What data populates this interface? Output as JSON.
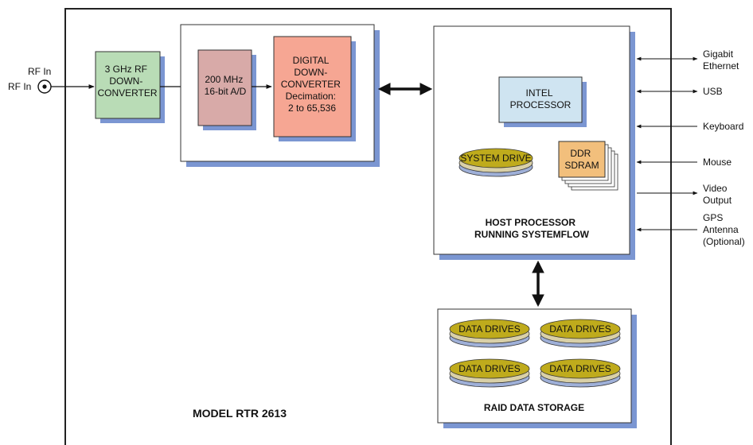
{
  "diagram": {
    "model_label": "MODEL RTR 2613",
    "rf_input": {
      "label_top": "RF In",
      "label_left": "RF In"
    },
    "rf_downconverter": {
      "lines": [
        "3 GHz RF",
        "DOWN-",
        "CONVERTER"
      ]
    },
    "adc": {
      "lines": [
        "200 MHz",
        "16-bit A/D"
      ]
    },
    "ddc": {
      "lines": [
        "DIGITAL",
        "DOWN-",
        "CONVERTER",
        "Decimation:",
        "2 to 65,536"
      ]
    },
    "host": {
      "cpu": {
        "lines": [
          "INTEL",
          "PROCESSOR"
        ]
      },
      "system_drive": "SYSTEM DRIVE",
      "memory": {
        "lines": [
          "DDR",
          "SDRAM"
        ]
      },
      "title_lines": [
        "HOST PROCESSOR",
        "RUNNING SYSTEMFLOW"
      ]
    },
    "raid": {
      "drives": [
        "DATA DRIVES",
        "DATA DRIVES",
        "DATA DRIVES",
        "DATA DRIVES"
      ],
      "title": "RAID DATA STORAGE"
    },
    "io_ports": [
      {
        "lines": [
          "Gigabit",
          "Ethernet"
        ]
      },
      {
        "lines": [
          "USB"
        ]
      },
      {
        "lines": [
          "Keyboard"
        ]
      },
      {
        "lines": [
          "Mouse"
        ]
      },
      {
        "lines": [
          "Video",
          "Output"
        ]
      },
      {
        "lines": [
          "GPS",
          "Antenna",
          "(Optional)"
        ]
      }
    ],
    "colors": {
      "shadow": "#7b96d2",
      "rf_fill": "#b9dcb6",
      "adc_fill": "#d8aaa8",
      "ddc_fill": "#f6a693",
      "cpu_fill": "#cfe4f1",
      "ddr_fill": "#f2bf7c",
      "drive_top": "#bfab1c",
      "drive_band": "#d9d0a8",
      "drive_base": "#9fb0d8"
    }
  }
}
